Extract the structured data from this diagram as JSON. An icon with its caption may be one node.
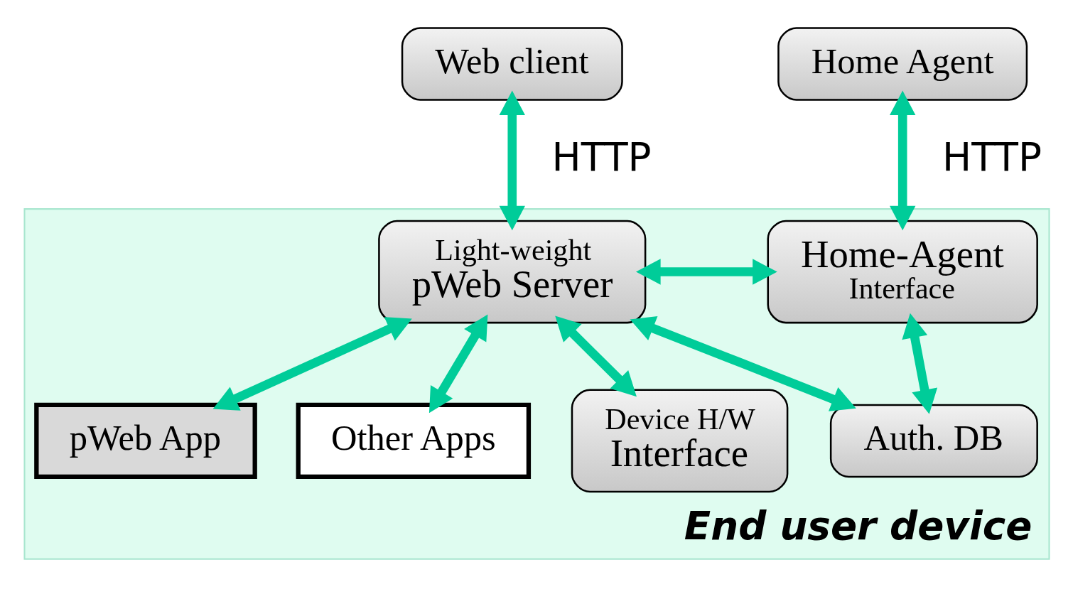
{
  "diagram": {
    "nodes": [
      {
        "text": [
          "Web client"
        ]
      },
      {
        "text": [
          "Home Agent"
        ]
      },
      {
        "text": [
          "End user device"
        ]
      },
      {
        "text": [
          "Light-weight",
          "pWeb Server"
        ],
        "in": 2
      },
      {
        "text": [
          "Home-Agent",
          "Interface"
        ],
        "in": 2
      },
      {
        "text": [
          "pWeb App"
        ],
        "in": 2
      },
      {
        "text": [
          "Other Apps"
        ],
        "in": 2
      },
      {
        "text": [
          "Device H/W",
          "Interface"
        ],
        "in": 2
      },
      {
        "text": [
          "Auth. DB"
        ],
        "in": 2
      }
    ],
    "edges": [
      {
        "from": 0,
        "to": 3,
        "arrow": "both",
        "label": "HTTP"
      },
      {
        "from": 1,
        "to": 4,
        "arrow": "both",
        "label": "HTTP"
      },
      {
        "from": 3,
        "to": 4,
        "arrow": "both"
      },
      {
        "from": 3,
        "to": 5,
        "arrow": "both"
      },
      {
        "from": 3,
        "to": 6,
        "arrow": "both"
      },
      {
        "from": 3,
        "to": 7,
        "arrow": "both"
      },
      {
        "from": 3,
        "to": 8,
        "arrow": "both"
      },
      {
        "from": 4,
        "to": 8,
        "arrow": "both"
      }
    ]
  }
}
